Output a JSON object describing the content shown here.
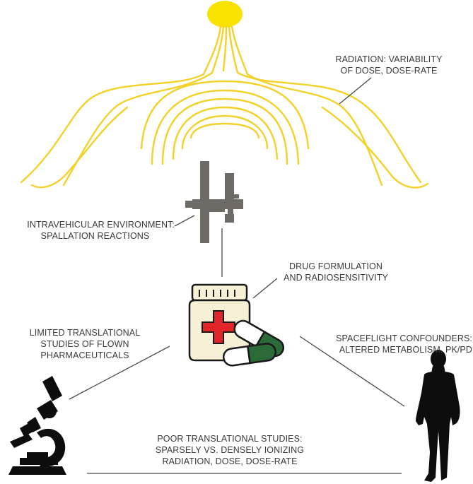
{
  "labels": {
    "radiation": {
      "line1": "RADIATION: VARIABILITY",
      "line2": "OF DOSE, DOSE-RATE"
    },
    "intravehicular": {
      "line1": "INTRAVEHICULAR ENVIRONMENT:",
      "line2": "SPALLATION REACTIONS"
    },
    "drug": {
      "line1": "DRUG FORMULATION",
      "line2": "AND RADIOSENSITIVITY"
    },
    "limited": {
      "line1": "LIMITED TRANSLATIONAL",
      "line2": "STUDIES OF FLOWN",
      "line3": "PHARMACEUTICALS"
    },
    "spaceflight": {
      "line1": "SPACEFLIGHT CONFOUNDERS:",
      "line2": "ALTERED METABOLISM, PK/PD"
    },
    "poor": {
      "line1": "POOR TRANSLATIONAL STUDIES:",
      "line2": "SPARSELY VS. DENSELY IONIZING",
      "line3": "RADIATION, DOSE, DOSE-RATE"
    }
  },
  "colors": {
    "sun": "#f7e200",
    "field_lines": "#f2d22a",
    "station": "#6e6a66",
    "bottle": "#f6f1d6",
    "cross": "#e0262a",
    "capsule": "#2d6a3a",
    "silhouette": "#0d0d0d",
    "connector": "#4a4a4a"
  },
  "icons": [
    "sun-icon",
    "space-station-icon",
    "medicine-bottle-icon",
    "capsule-icon",
    "microscope-icon",
    "person-silhouette-icon"
  ]
}
